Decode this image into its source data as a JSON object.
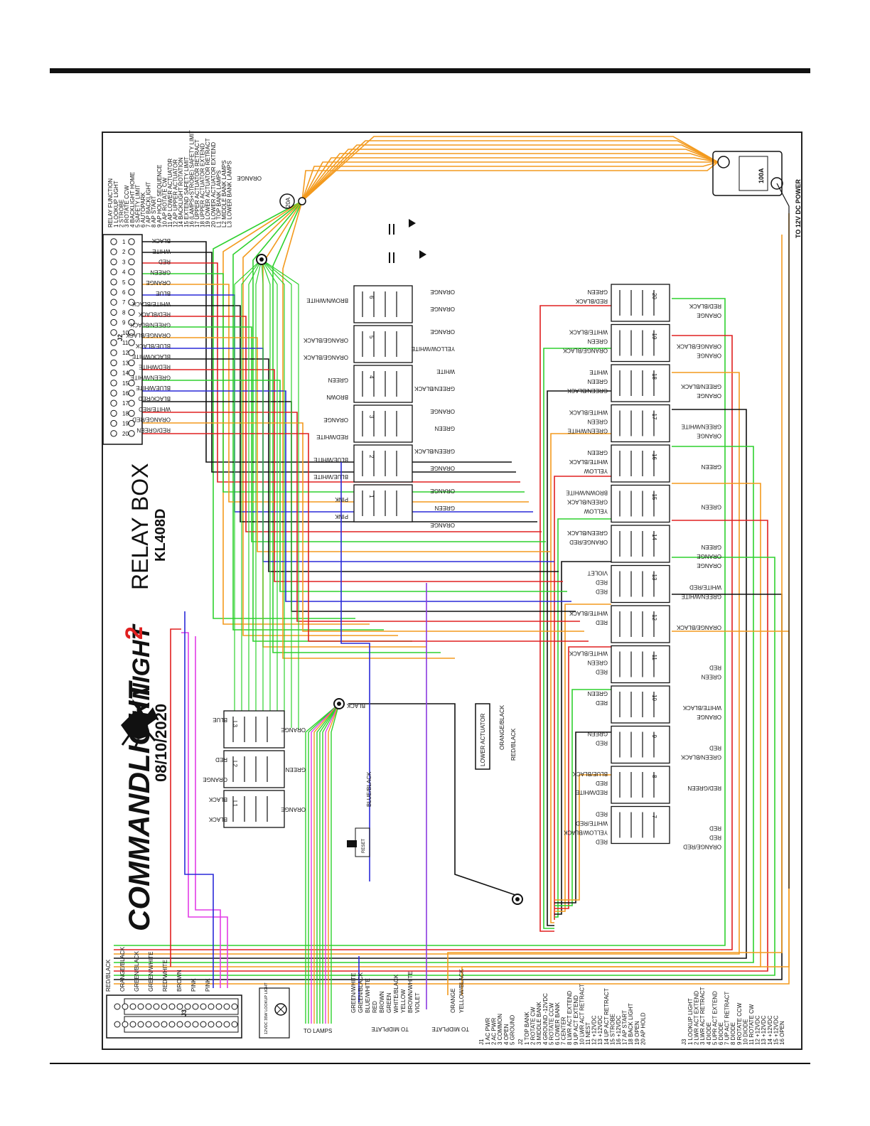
{
  "title": {
    "brand": "COMMANDLIGHT",
    "brand_suffix": "KNIGHT",
    "brand_sup": "2",
    "date": "08/10/2020",
    "product": "RELAY BOX",
    "model": "KL408D"
  },
  "power": {
    "breaker_rating": "100A",
    "fuse_rating": "20A",
    "to_power": "TO 12V DC POWER",
    "orange_label": "ORANGE"
  },
  "relay_function": {
    "heading": "RELAY FUNCTION",
    "items": [
      "1 LOOKUP LIGHT",
      "2 STROBE",
      "3 ROTATE CCW",
      "4 BACKLIGHT HOME",
      "5 SAFETY LIMIT",
      "6 AUTOPARK",
      "7 AP BACKLIGHT",
      "8 AP START",
      "9 AP HOLD SEQUENCE",
      "10 AP ROTATE CW",
      "11 AP LOWER ACTUATOR",
      "12 AP UPPER ACTUATOR",
      "14 BACKLIGHT ROTATION",
      "15 EXTEND SAFETY LIMIT",
      "16 (LAMPS+STROBE) SAFETY LIMIT",
      "17 UPPER ACTUATOR RETRACT",
      "18 UPPER ACTUATOR EXTEND",
      "19 LOWER ACTUATOR RETRACT",
      "20 LOWER ACTUATOR EXTEND",
      "L1 TOP BANK LAMPS",
      "L2 MIDDLE BANK LAMPS",
      "L3 LOWER BANK LAMPS"
    ]
  },
  "j2_wires": [
    "BLACK",
    "WHITE",
    "RED",
    "GREEN",
    "ORANGE",
    "BLUE",
    "WHITE/BLACK",
    "RED/BLACK",
    "GREEN/BLACK",
    "ORANGE/BLACK",
    "BLUE/BLACK",
    "BLACK/WHITE",
    "RED/WHITE",
    "GREEN/WHITE",
    "BLUE/WHITE",
    "BLACK/RED",
    "WHITE/RED",
    "ORANGE/RED",
    "RED/GREEN"
  ],
  "j2_label": "J2",
  "j3_label": "J3",
  "j3_wires": [
    "RED/BLACK",
    "ORANGE/BLACK",
    "GREEN/BLACK",
    "GREEN/WHITE",
    "RED/WHITE",
    "BROWN",
    "PINK",
    "PINK"
  ],
  "left_relays": [
    {
      "num": "6",
      "wires": [
        "ORANGE",
        "BROWN/WHITE",
        "ORANGE"
      ]
    },
    {
      "num": "5",
      "wires": [
        "ORANGE",
        "ORANGE/BLACK",
        "YELLOW/WHITE",
        "ORANGE/BLACK"
      ]
    },
    {
      "num": "4",
      "wires": [
        "WHITE",
        "GREEN",
        "GREEN/BLACK",
        "BROWN"
      ]
    },
    {
      "num": "3",
      "wires": [
        "ORANGE",
        "ORANGE",
        "GREEN",
        "RED/WHITE"
      ]
    },
    {
      "num": "2",
      "wires": [
        "GREEN/BLACK",
        "BLUE/WHITE",
        "ORANGE",
        "BLUE/WHITE"
      ]
    },
    {
      "num": "1",
      "wires": [
        "ORANGE",
        "PINK",
        "GREEN",
        "PINK",
        "ORANGE"
      ]
    }
  ],
  "right_relays": [
    {
      "num": "20",
      "left": [
        "GREEN",
        "RED/BLACK"
      ],
      "right": [
        "RED/BLACK",
        "ORANGE"
      ]
    },
    {
      "num": "19",
      "left": [
        "WHITE/BLACK",
        "GREEN",
        "ORANGE/BLACK"
      ],
      "right": [
        "ORANGE/BLACK",
        "ORANGE"
      ]
    },
    {
      "num": "18",
      "left": [
        "WHITE",
        "GREEN",
        "GREEN/BLACK"
      ],
      "right": [
        "GREEN/BLACK",
        "ORANGE"
      ]
    },
    {
      "num": "17",
      "left": [
        "WHITE/BLACK",
        "GREEN",
        "GREEN/WHITE"
      ],
      "right": [
        "GREEN/WHITE",
        "ORANGE"
      ]
    },
    {
      "num": "16",
      "left": [
        "GREEN",
        "WHITE/BLACK",
        "YELLOW"
      ],
      "right": [
        "GREEN"
      ]
    },
    {
      "num": "15",
      "left": [
        "BROWN/WHITE",
        "GREEN/BLACK",
        "YELLOW"
      ],
      "right": [
        "GREEN"
      ]
    },
    {
      "num": "14",
      "left": [
        "GREEN/BLACK",
        "ORANGE/RED"
      ],
      "right": [
        "GREEN",
        "ORANGE",
        "ORANGE"
      ]
    },
    {
      "num": "13",
      "left": [
        "VIOLET",
        "RED",
        "RED"
      ],
      "right": [
        "WHITE/RED",
        "GREEN/WHITE"
      ]
    },
    {
      "num": "12",
      "left": [
        "WHITE/BLACK",
        "RED"
      ],
      "right": [
        "ORANGE/BLACK"
      ]
    },
    {
      "num": "11",
      "left": [
        "WHITE/BLACK",
        "GREEN",
        "RED"
      ],
      "right": [
        "RED",
        "GREEN"
      ]
    },
    {
      "num": "10",
      "left": [
        "GREEN",
        "RED"
      ],
      "right": [
        "WHITE/BLACK",
        "ORANGE"
      ]
    },
    {
      "num": "9",
      "left": [
        "GREEN",
        "RED"
      ],
      "right": [
        "RED",
        "GREEN/BLACK"
      ]
    },
    {
      "num": "8",
      "left": [
        "BLUE/BLACK",
        "RED",
        "RED/WHITE"
      ],
      "right": [
        "RED/GREEN"
      ]
    },
    {
      "num": "7",
      "left": [
        "RED",
        "WHITE/RED",
        "YELLOW/BLACK",
        "RED"
      ],
      "right": [
        "RED",
        "RED",
        "ORANGE/RED"
      ]
    }
  ],
  "lamp_relays": [
    {
      "num": "L3",
      "wires": [
        "BLUE",
        "ORANGE"
      ]
    },
    {
      "num": "L2",
      "wires": [
        "RED",
        "GREEN",
        "ORANGE"
      ]
    },
    {
      "num": "L1",
      "wires": [
        "BLACK",
        "ORANGE",
        "BLACK"
      ]
    }
  ],
  "middle_labels": {
    "lower_actuator": "LOWER ACTUATOR",
    "lower_act_wire1": "ORANGE/BLACK",
    "lower_act_wire2": "RED/BLACK",
    "blue_black": "BLUE/BLACK",
    "black": "BLACK",
    "lookup_light": "12VDC 35W LOOKUP LIGHT",
    "to_lamps": "TO LAMPS",
    "to_midplate1": "TO MIDPLATE",
    "to_midplate2": "TO MIDPLATE",
    "switch": "RESET"
  },
  "bottom_wires_a": [
    "GREEN/WHITE",
    "GREEN/BLACK",
    "BLUE/WHITE",
    "RED",
    "BROWN",
    "GREEN",
    "WHITE/BLACK",
    "YELLOW",
    "BROWN/WHITE",
    "VIOLET"
  ],
  "bottom_wires_b": [
    "ORANGE",
    "YELLOW/BLACK"
  ],
  "j1": {
    "heading": "J1",
    "items": [
      "1 AC PWR",
      "2 AC PWR",
      "3 COMMON",
      "4 OPEN",
      "5 GROUND"
    ]
  },
  "j2_pins": {
    "heading": "J2",
    "items": [
      "1 TOP BANK",
      "2 ROTATE CW",
      "3 MIDDLE BANK",
      "4 GROUND -12VDC",
      "5 ROTATE CCW",
      "6 LOWER BANK",
      "7 CENTER",
      "8 LWR ACT EXTEND",
      "9 UP ACT EXTEND",
      "10 LWR ACT RETRACT",
      "11 NEST",
      "12 +12VDC",
      "13 +12VDC",
      "14 UP ACT RETRACT",
      "15 STROBE",
      "16 +12VDC",
      "17 AP START",
      "18 BACK LIGHT",
      "19 OPEN",
      "20 AP HOLD"
    ]
  },
  "j3_pins": {
    "heading": "J3",
    "items": [
      "1 LOOKUP LIGHT",
      "2 LWR ACT EXTEND",
      "3 LWR ACT RETRACT",
      "4 DIODE",
      "5 UPR ACT EXTEND",
      "6 DIODE",
      "7 UP ACT RETRACT",
      "8 DIODE",
      "9 ROTATE CCW",
      "10 DIODE",
      "11 ROTATE CW",
      "12 +12VDC",
      "13 +12VDC",
      "14 +12VDC",
      "15 +12VDC",
      "16 OPEN"
    ]
  },
  "colors": {
    "orange": "#f39a1e",
    "green": "#2fd12f",
    "red": "#e02020",
    "black": "#111111",
    "blue": "#2a2ad8",
    "magenta": "#e23ce6",
    "violet": "#8a3be0",
    "brown": "#8a5a2a"
  }
}
